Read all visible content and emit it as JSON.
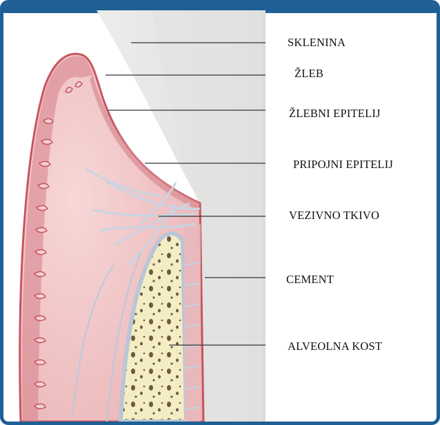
{
  "diagram": {
    "labels": {
      "sklenina": "SKLENINA",
      "zleb": "ŽLEB",
      "zlebni_epitelij": "ŽLEBNI EPITELIJ",
      "pripojni_epitelij": "PRIPOJNI  EPITELIJ",
      "vezivno_tkivo": "VEZIVNO TKIVO",
      "cement": "CEMENT",
      "alveolna_kost": "ALVEOLNA KOST"
    },
    "colors": {
      "frame": "#1e5f96",
      "gingiva": "#f2c2c2",
      "gingiva_edge": "#c7545f",
      "epithelium": "#d9818a",
      "bone": "#f4edc4",
      "tooth": "#ececea",
      "leader_line": "#333333"
    }
  }
}
